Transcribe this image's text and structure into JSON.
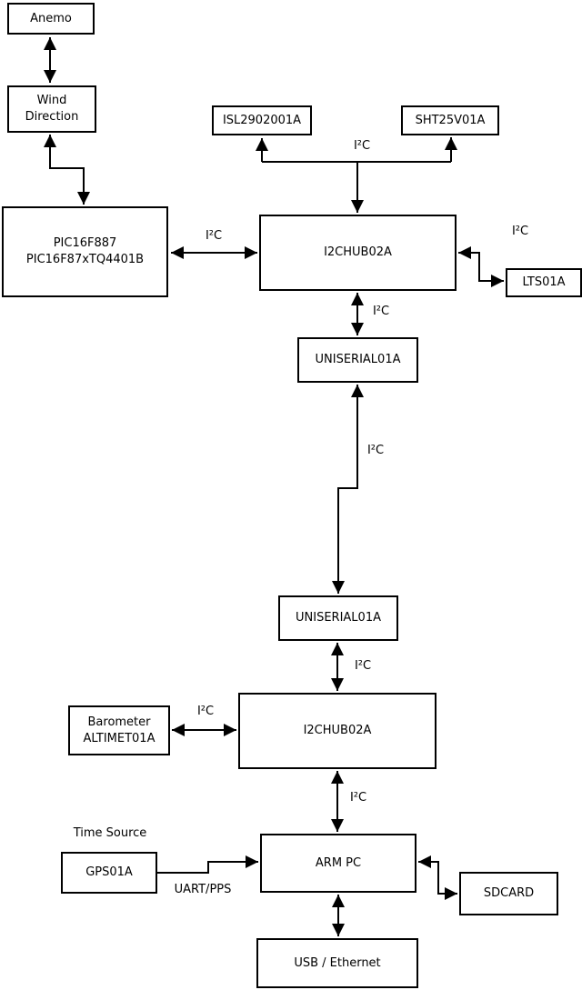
{
  "diagram": {
    "nodes": {
      "anemo": "Anemo",
      "wind_direction": "Wind\nDirection",
      "pic": "PIC16F887\nPIC16F87xTQ4401B",
      "isl": "ISL2902001A",
      "sht": "SHT25V01A",
      "hub_top": "I2CHUB02A",
      "lts": "LTS01A",
      "uniserial_top": "UNISERIAL01A",
      "uniserial_bottom": "UNISERIAL01A",
      "hub_bottom": "I2CHUB02A",
      "barometer": "Barometer\nALTIMET01A",
      "arm_pc": "ARM PC",
      "gps": "GPS01A",
      "sdcard": "SDCARD",
      "usb_ethernet": "USB / Ethernet"
    },
    "edge_labels": {
      "i2c_sensors": "I²C",
      "i2c_pic_hub": "I²C",
      "i2c_hub_lts": "I²C",
      "i2c_hub_uniserial": "I²C",
      "i2c_backbone": "I²C",
      "i2c_uniserial_hub": "I²C",
      "i2c_barometer_hub": "I²C",
      "i2c_hub_armpc": "I²C",
      "uart_pps": "UART/PPS",
      "time_source": "Time Source"
    },
    "colors": {
      "line": "#000000",
      "box_fill": "#ffffff",
      "background": "#ffffff"
    }
  }
}
